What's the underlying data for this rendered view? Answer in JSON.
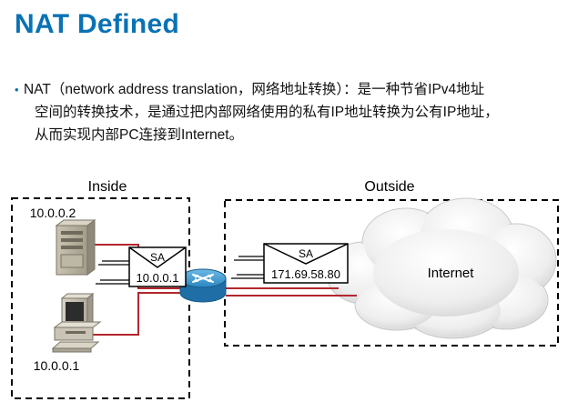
{
  "slide": {
    "title": "NAT Defined",
    "bullet_line_1": "NAT（network address translation，网络地址转换）：是一种节省IPv4地址",
    "bullet_line_2": "空间的转换技术，是通过把内部网络使用的私有IP地址转换为公有IP地址，",
    "bullet_line_3": "从而实现内部PC连接到Internet。"
  },
  "diagram": {
    "inside_label": "Inside",
    "outside_label": "Outside",
    "server_ip": "10.0.0.2",
    "pc_ip": "10.0.0.1",
    "inside_envelope": {
      "header": "SA",
      "address": "10.0.0.1"
    },
    "outside_envelope": {
      "header": "SA",
      "address": "171.69.58.80"
    },
    "cloud_label": "Internet",
    "colors": {
      "title": "#0a72b4",
      "link": "#b3262e",
      "router": "#1e7fb8"
    }
  }
}
